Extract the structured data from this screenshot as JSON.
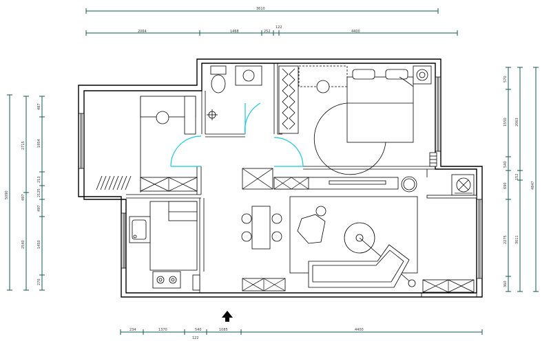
{
  "dimensions": {
    "top_total": "3610",
    "top_segments": [
      "2064",
      "1468",
      "252",
      "122",
      "4400"
    ],
    "bottom_segments": [
      "234",
      "1370",
      "540",
      "122",
      "1085",
      "4400"
    ],
    "left_outer": "5090",
    "left_inner": [
      "487",
      "2715",
      "1954",
      "213",
      "2125",
      "497",
      "1450",
      "2540",
      "270"
    ],
    "right_inner": [
      "570",
      "1550",
      "2063",
      "540",
      "152",
      "690",
      "2275",
      "3011",
      "360"
    ],
    "right_outer": "4847"
  },
  "entrance_arrow": "entrance-arrow",
  "colors": {
    "dimension_line": "#0c5a50",
    "door_swing": "#12c9e6",
    "wall": "#000000"
  }
}
